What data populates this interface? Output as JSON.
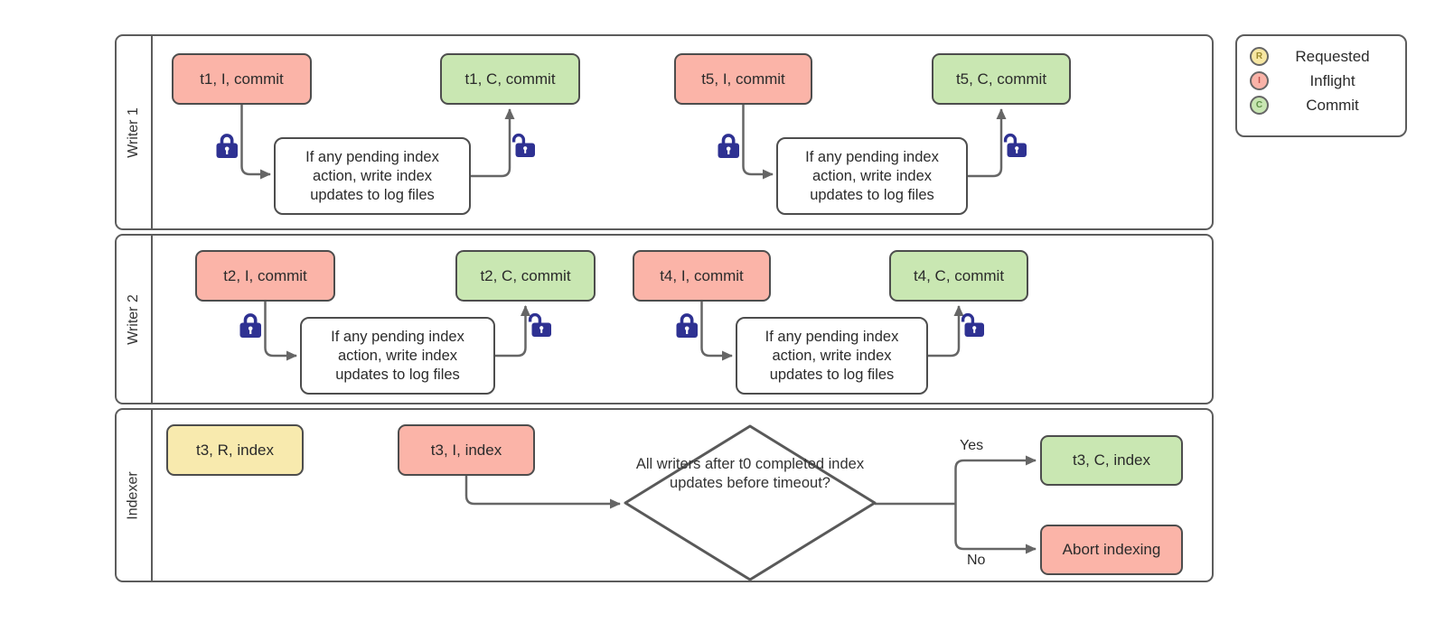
{
  "lanes": [
    {
      "label": "Writer 1"
    },
    {
      "label": "Writer 2"
    },
    {
      "label": "Indexer"
    }
  ],
  "nodes": {
    "t1_inflight": "t1, I, commit",
    "t1_commit": "t1, C, commit",
    "t5_inflight": "t5, I, commit",
    "t5_commit": "t5, C, commit",
    "t2_inflight": "t2, I, commit",
    "t2_commit": "t2, C, commit",
    "t4_inflight": "t4, I, commit",
    "t4_commit": "t4, C, commit",
    "t3_requested": "t3, R, index",
    "t3_inflight": "t3, I, index",
    "t3_commit": "t3, C, index",
    "abort": "Abort indexing",
    "writer_note": "If any pending index action, write index updates to log files",
    "decision": "All writers after t0 completed index updates before timeout?"
  },
  "branches": {
    "yes": "Yes",
    "no": "No"
  },
  "legend": {
    "items": [
      {
        "letter": "R",
        "label": "Requested",
        "color": "#f7e7a3"
      },
      {
        "letter": "I",
        "label": "Inflight",
        "color": "#f9b3a8"
      },
      {
        "letter": "C",
        "label": "Commit",
        "color": "#c8e6b2"
      }
    ]
  },
  "colors": {
    "inflight_fill": "#fbb4a8",
    "commit_fill": "#c9e7b2",
    "requested_fill": "#f8eaae",
    "connector": "#666666",
    "node_border": "#4d4d4d",
    "lane_border": "#5c5c5c",
    "lock": "#2e3192"
  }
}
